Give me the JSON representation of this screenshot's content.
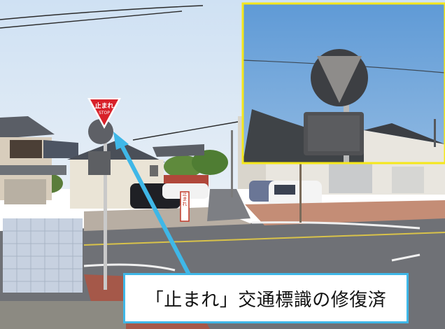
{
  "photo": {
    "main_sign": {
      "line1": "止まれ",
      "line2": "STOP"
    },
    "side_sign": {
      "text": "止まれ"
    },
    "inset_frame_color": "#f5e71a",
    "arrow_color": "#3fb7e7"
  },
  "caption": {
    "text": "「止まれ」交通標識の修復済"
  }
}
